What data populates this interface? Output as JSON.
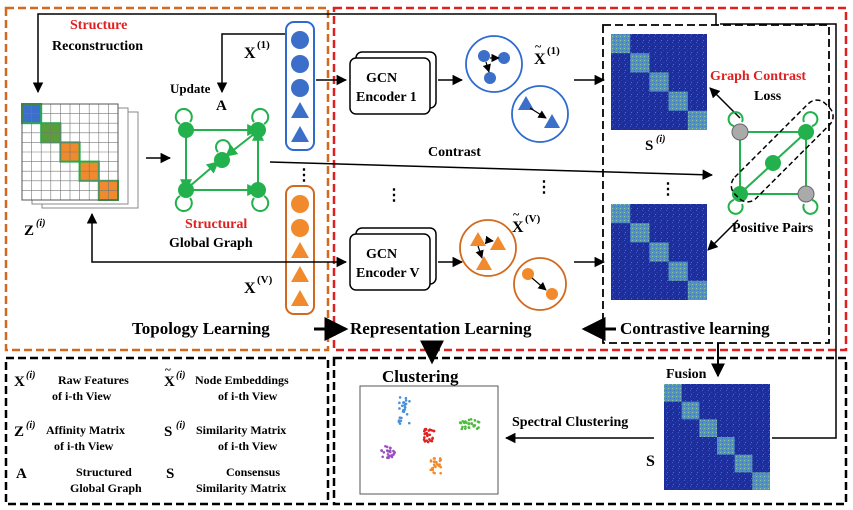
{
  "labels": {
    "structure": "Structure",
    "reconstruction": "Reconstruction",
    "update": "Update",
    "a_symbol": "A",
    "x1": "X",
    "x1_sup": "(1)",
    "xv": "X",
    "xv_sup": "(V)",
    "z": "Z",
    "z_sup": "(i)",
    "structural": "Structural",
    "global_graph": "Global Graph",
    "gcn": "GCN",
    "encoder1": "Encoder 1",
    "encoderv": "Encoder V",
    "xt1": "X",
    "xt1_sup": "(1)",
    "xtv": "X",
    "xtv_sup": "(V)",
    "contrast": "Contrast",
    "graph_contrast": "Graph Contrast",
    "loss": "Loss",
    "s_i": "S",
    "s_i_sup": "(i)",
    "positive_pairs": "Positive Pairs",
    "topology_learning": "Topology Learning",
    "representation_learning": "Representation Learning",
    "contrastive_learning": "Contrastive learning",
    "fusion": "Fusion",
    "clustering": "Clustering",
    "spectral_clustering": "Spectral Clustering",
    "s_consensus": "S",
    "dots": "⋮"
  },
  "legend": [
    {
      "sym": "X",
      "sup": "(i)",
      "line1": "Raw Features",
      "line2": "of  i-th View"
    },
    {
      "sym": "X",
      "sup": "(i)",
      "line1": "Node Embeddings",
      "line2": "of i-th View"
    },
    {
      "sym": "Z",
      "sup": "(i)",
      "line1": "Affinity Matrix",
      "line2": "of i-th View"
    },
    {
      "sym": "S",
      "sup": "(i)",
      "line1": "Similarity Matrix",
      "line2": "of i-th View"
    },
    {
      "sym": "A",
      "sup": "",
      "line1": "Structured",
      "line2": "Global Graph"
    },
    {
      "sym": "S",
      "sup": "",
      "line1": "Consensus",
      "line2": "Similarity Matrix"
    }
  ],
  "colors": {
    "orange": "#d2691e",
    "red": "#e02020",
    "blue": "#2e6bd1",
    "node_blue": "#3b6fc9",
    "node_orange": "#f08a2c",
    "green": "#22b14c",
    "heat_bg": "#1e2f9c"
  }
}
